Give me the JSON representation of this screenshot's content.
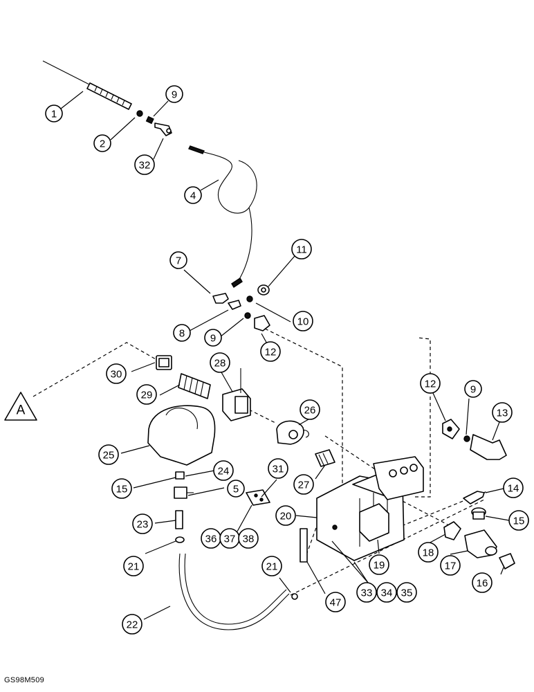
{
  "drawing_number": "GS98M509",
  "view_label": "A",
  "callouts": [
    {
      "id": "c1",
      "label": "1"
    },
    {
      "id": "c2",
      "label": "2"
    },
    {
      "id": "c9a",
      "label": "9"
    },
    {
      "id": "c32",
      "label": "32"
    },
    {
      "id": "c4",
      "label": "4"
    },
    {
      "id": "c7",
      "label": "7"
    },
    {
      "id": "c11",
      "label": "11"
    },
    {
      "id": "c10",
      "label": "10"
    },
    {
      "id": "c8",
      "label": "8"
    },
    {
      "id": "c9b",
      "label": "9"
    },
    {
      "id": "c12a",
      "label": "12"
    },
    {
      "id": "c30",
      "label": "30"
    },
    {
      "id": "c28",
      "label": "28"
    },
    {
      "id": "c29",
      "label": "29"
    },
    {
      "id": "c26",
      "label": "26"
    },
    {
      "id": "c12b",
      "label": "12"
    },
    {
      "id": "c9c",
      "label": "9"
    },
    {
      "id": "c13",
      "label": "13"
    },
    {
      "id": "c25",
      "label": "25"
    },
    {
      "id": "c24",
      "label": "24"
    },
    {
      "id": "c15a",
      "label": "15"
    },
    {
      "id": "c31",
      "label": "31"
    },
    {
      "id": "c27",
      "label": "27"
    },
    {
      "id": "c5",
      "label": "5"
    },
    {
      "id": "c14",
      "label": "14"
    },
    {
      "id": "c20",
      "label": "20"
    },
    {
      "id": "c15b",
      "label": "15"
    },
    {
      "id": "c23",
      "label": "23"
    },
    {
      "id": "c36",
      "label": "36"
    },
    {
      "id": "c37",
      "label": "37"
    },
    {
      "id": "c38",
      "label": "38"
    },
    {
      "id": "c18",
      "label": "18"
    },
    {
      "id": "c19",
      "label": "19"
    },
    {
      "id": "c17",
      "label": "17"
    },
    {
      "id": "c21a",
      "label": "21"
    },
    {
      "id": "c21b",
      "label": "21"
    },
    {
      "id": "c16",
      "label": "16"
    },
    {
      "id": "c33",
      "label": "33"
    },
    {
      "id": "c34",
      "label": "34"
    },
    {
      "id": "c35",
      "label": "35"
    },
    {
      "id": "c47",
      "label": "47"
    },
    {
      "id": "c22",
      "label": "22"
    }
  ]
}
